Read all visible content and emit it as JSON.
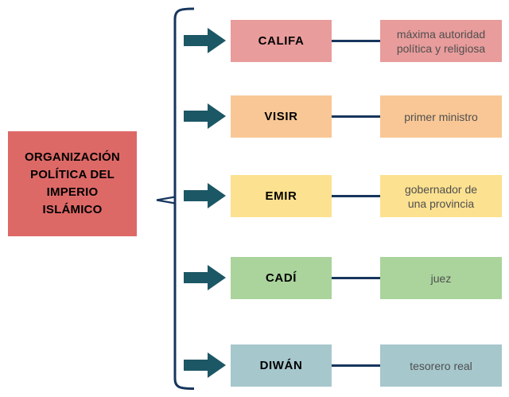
{
  "diagram_title": "ORGANIZACIÓN POLÍTICA DEL IMPERIO ISLÁMICO",
  "root": {
    "label_lines": [
      "ORGANIZACIÓN",
      "POLÍTICA DEL",
      "IMPERIO",
      "ISLÁMICO"
    ]
  },
  "rows": [
    {
      "term": "CALIFA",
      "description": "máxima autoridad\npolítica y religiosa",
      "color": "#e89c9b"
    },
    {
      "term": "VISIR",
      "description": "primer ministro",
      "color": "#f8c795"
    },
    {
      "term": "EMIR",
      "description": "gobernador de\nuna provincia",
      "color": "#fce190"
    },
    {
      "term": "CADÍ",
      "description": "juez",
      "color": "#aad49c"
    },
    {
      "term": "DIWÁN",
      "description": "tesorero real",
      "color": "#a6c7cc"
    }
  ],
  "colors": {
    "root_box": "#dd6967",
    "arrow": "#1c5765",
    "brace": "#17365d",
    "connector": "#17365d"
  }
}
